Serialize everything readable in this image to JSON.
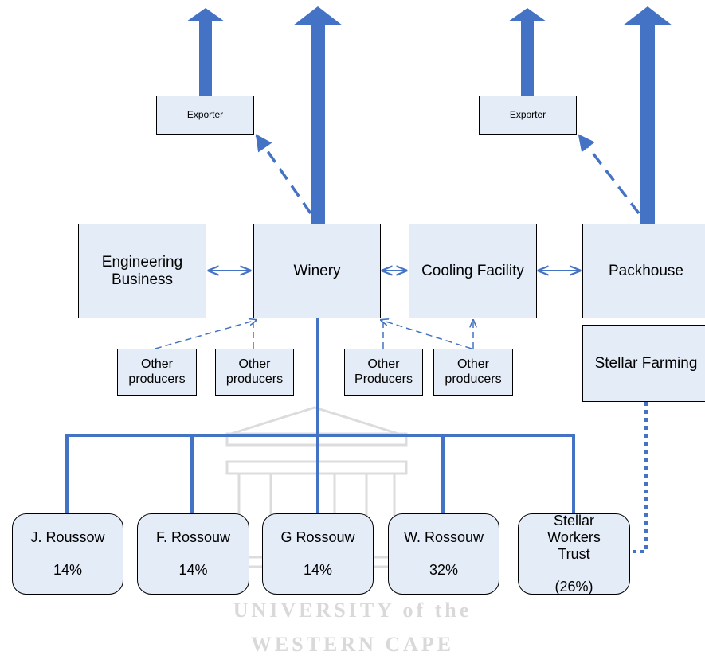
{
  "colors": {
    "box_fill": "#e4ecf7",
    "box_border": "#000000",
    "arrow": "#4472c4",
    "watermark": "#d9d9d9"
  },
  "boxes": {
    "exporter_left": "Exporter",
    "exporter_right": "Exporter",
    "engineering": "Engineering\nBusiness",
    "winery": "Winery",
    "cooling": "Cooling Facility",
    "packhouse": "Packhouse",
    "stellar_farming": "Stellar Farming",
    "producers_1": "Other\nproducers",
    "producers_2": "Other\nproducers",
    "producers_3": "Other\nProducers",
    "producers_4": "Other\nproducers"
  },
  "owners": [
    {
      "name": "J. Roussow",
      "share": "14%"
    },
    {
      "name": "F. Rossouw",
      "share": "14%"
    },
    {
      "name": "G Rossouw",
      "share": "14%"
    },
    {
      "name": "W. Rossouw",
      "share": "32%"
    },
    {
      "name": "Stellar\nWorkers\nTrust",
      "share": "(26%)"
    }
  ],
  "watermark": {
    "line1": "UNIVERSITY of the",
    "line2": "WESTERN CAPE"
  }
}
